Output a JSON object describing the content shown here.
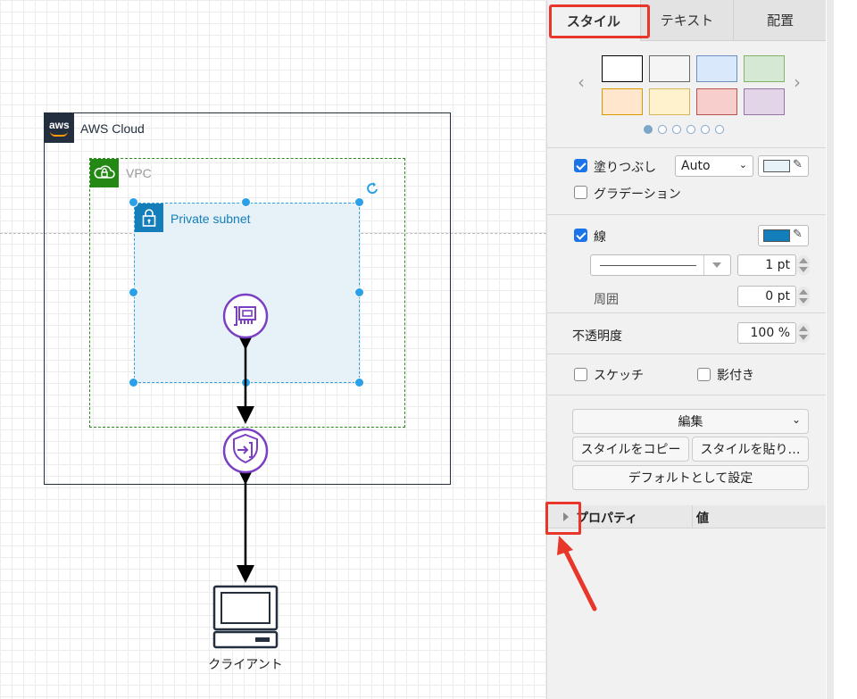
{
  "diagram": {
    "aws_cloud_label": "AWS Cloud",
    "aws_logo_text": "aws",
    "vpc_label": "VPC",
    "subnet_label": "Private subnet",
    "client_label": "クライアント"
  },
  "panel": {
    "tabs": [
      {
        "label": "スタイル",
        "active": true
      },
      {
        "label": "テキスト",
        "active": false
      },
      {
        "label": "配置",
        "active": false
      }
    ],
    "style_swatches": [
      {
        "fill": "#ffffff",
        "stroke": "#000000"
      },
      {
        "fill": "#f5f5f5",
        "stroke": "#666666"
      },
      {
        "fill": "#dae8fc",
        "stroke": "#6c8ebf"
      },
      {
        "fill": "#d5e8d4",
        "stroke": "#82b366"
      },
      {
        "fill": "#ffe6cc",
        "stroke": "#d79b00"
      },
      {
        "fill": "#fff2cc",
        "stroke": "#d6b656"
      },
      {
        "fill": "#f8cecc",
        "stroke": "#b85450"
      },
      {
        "fill": "#e1d5e7",
        "stroke": "#9673a6"
      }
    ],
    "fill": {
      "label": "塗りつぶし",
      "checked": true,
      "mode": "Auto",
      "color": "#e6f2f8"
    },
    "gradient": {
      "label": "グラデーション",
      "checked": false
    },
    "line": {
      "label": "線",
      "checked": true,
      "color": "#147eba",
      "width": "1 pt"
    },
    "perimeter": {
      "label": "周囲",
      "value": "0 pt"
    },
    "opacity": {
      "label": "不透明度",
      "value": "100 %"
    },
    "sketch": {
      "label": "スケッチ",
      "checked": false
    },
    "shadow": {
      "label": "影付き",
      "checked": false
    },
    "edit_button": "編集",
    "copy_style_button": "スタイルをコピー",
    "paste_style_button": "スタイルを貼り…",
    "set_default_button": "デフォルトとして設定",
    "properties": {
      "col_property": "プロパティ",
      "col_value": "値"
    }
  },
  "colors": {
    "highlight": "#e8372a",
    "selection": "#29a0e8",
    "connector_icon": "#7b3fc3"
  }
}
